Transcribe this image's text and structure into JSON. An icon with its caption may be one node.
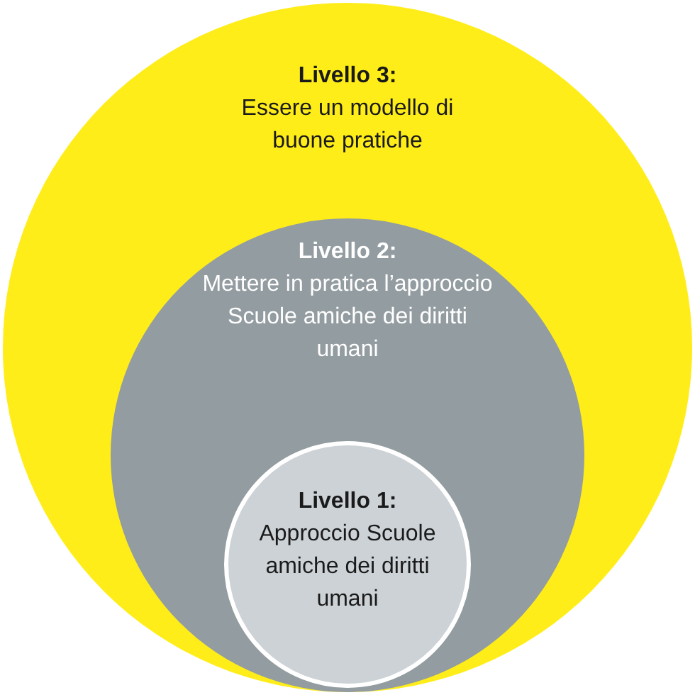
{
  "diagram": {
    "nodes": [
      {
        "text": [
          "Livello 3:",
          "Essere un modello di buone pratiche"
        ]
      },
      {
        "text": [
          "Livello 2:",
          "Mettere in pratica l’approccio Scuole amiche dei diritti umani"
        ],
        "in": 0
      },
      {
        "text": [
          "Livello 1:",
          "Approccio Scuole amiche dei diritti umani"
        ],
        "in": 1
      }
    ]
  }
}
